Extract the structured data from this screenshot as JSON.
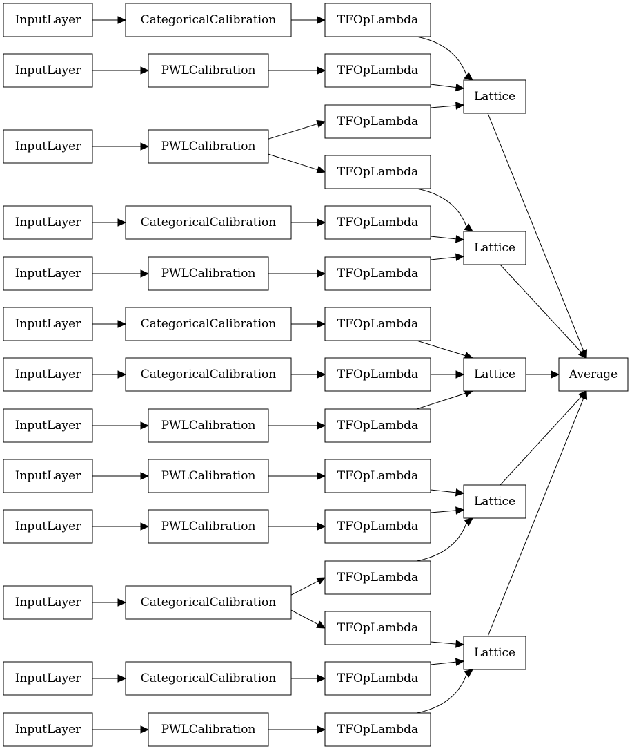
{
  "nodes": {
    "in1": "InputLayer",
    "cat1": "CategoricalCalibration",
    "tf1": "TFOpLambda",
    "in2": "InputLayer",
    "pwl2": "PWLCalibration",
    "tf2": "TFOpLambda",
    "in3": "InputLayer",
    "pwl3": "PWLCalibration",
    "tf3a": "TFOpLambda",
    "tf3b": "TFOpLambda",
    "in4": "InputLayer",
    "cat4": "CategoricalCalibration",
    "tf4": "TFOpLambda",
    "in5": "InputLayer",
    "pwl5": "PWLCalibration",
    "tf5": "TFOpLambda",
    "in6": "InputLayer",
    "cat6": "CategoricalCalibration",
    "tf6": "TFOpLambda",
    "in7": "InputLayer",
    "cat7": "CategoricalCalibration",
    "tf7": "TFOpLambda",
    "in8": "InputLayer",
    "pwl8": "PWLCalibration",
    "tf8": "TFOpLambda",
    "in9": "InputLayer",
    "pwl9": "PWLCalibration",
    "tf9": "TFOpLambda",
    "in10": "InputLayer",
    "pwl10": "PWLCalibration",
    "tf10": "TFOpLambda",
    "in11": "InputLayer",
    "cat11": "CategoricalCalibration",
    "tf11a": "TFOpLambda",
    "tf11b": "TFOpLambda",
    "in12": "InputLayer",
    "cat12": "CategoricalCalibration",
    "tf12": "TFOpLambda",
    "in13": "InputLayer",
    "pwl13": "PWLCalibration",
    "tf13": "TFOpLambda",
    "lat1": "Lattice",
    "lat2": "Lattice",
    "lat3": "Lattice",
    "lat4": "Lattice",
    "lat5": "Lattice",
    "avg": "Average"
  },
  "edges": [
    [
      "in1",
      "cat1"
    ],
    [
      "cat1",
      "tf1"
    ],
    [
      "tf1",
      "lat1"
    ],
    [
      "in2",
      "pwl2"
    ],
    [
      "pwl2",
      "tf2"
    ],
    [
      "tf2",
      "lat1"
    ],
    [
      "in3",
      "pwl3"
    ],
    [
      "pwl3",
      "tf3a"
    ],
    [
      "pwl3",
      "tf3b"
    ],
    [
      "tf3a",
      "lat1"
    ],
    [
      "tf3b",
      "lat2"
    ],
    [
      "in4",
      "cat4"
    ],
    [
      "cat4",
      "tf4"
    ],
    [
      "tf4",
      "lat2"
    ],
    [
      "in5",
      "pwl5"
    ],
    [
      "pwl5",
      "tf5"
    ],
    [
      "tf5",
      "lat2"
    ],
    [
      "in6",
      "cat6"
    ],
    [
      "cat6",
      "tf6"
    ],
    [
      "tf6",
      "lat3"
    ],
    [
      "in7",
      "cat7"
    ],
    [
      "cat7",
      "tf7"
    ],
    [
      "tf7",
      "lat3"
    ],
    [
      "in8",
      "pwl8"
    ],
    [
      "pwl8",
      "tf8"
    ],
    [
      "tf8",
      "lat3"
    ],
    [
      "in9",
      "pwl9"
    ],
    [
      "pwl9",
      "tf9"
    ],
    [
      "tf9",
      "lat4"
    ],
    [
      "in10",
      "pwl10"
    ],
    [
      "pwl10",
      "tf10"
    ],
    [
      "tf10",
      "lat4"
    ],
    [
      "in11",
      "cat11"
    ],
    [
      "cat11",
      "tf11a"
    ],
    [
      "cat11",
      "tf11b"
    ],
    [
      "tf11a",
      "lat4"
    ],
    [
      "tf11b",
      "lat5"
    ],
    [
      "in12",
      "cat12"
    ],
    [
      "cat12",
      "tf12"
    ],
    [
      "tf12",
      "lat5"
    ],
    [
      "in13",
      "pwl13"
    ],
    [
      "pwl13",
      "tf13"
    ],
    [
      "tf13",
      "lat5"
    ],
    [
      "lat1",
      "avg"
    ],
    [
      "lat2",
      "avg"
    ],
    [
      "lat3",
      "avg"
    ],
    [
      "lat4",
      "avg"
    ],
    [
      "lat5",
      "avg"
    ]
  ]
}
